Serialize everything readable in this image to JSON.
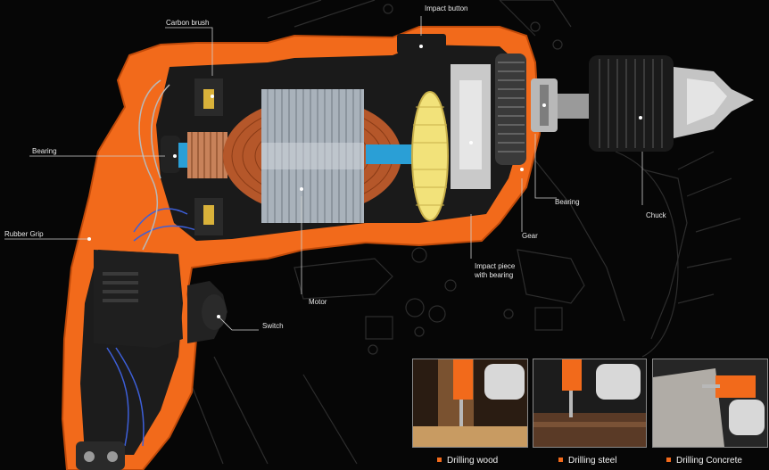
{
  "labels": {
    "carbon_brush": "Carbon brush",
    "impact_button": "Impact button",
    "bearing_left": "Bearing",
    "rubber_grip": "Rubber Grip",
    "motor": "Motor",
    "switch": "Switch",
    "bearing_right": "Bearing",
    "chuck": "Chuck",
    "gear": "Gear",
    "impact_piece": "Impact piece with bearing"
  },
  "captions": [
    "Drilling wood",
    "Drilling steel",
    "Drilling Concrete"
  ],
  "colors": {
    "housing": "#f26a1b",
    "background": "#060606",
    "copper": "#b5572a",
    "gear": "#f2e27a"
  }
}
